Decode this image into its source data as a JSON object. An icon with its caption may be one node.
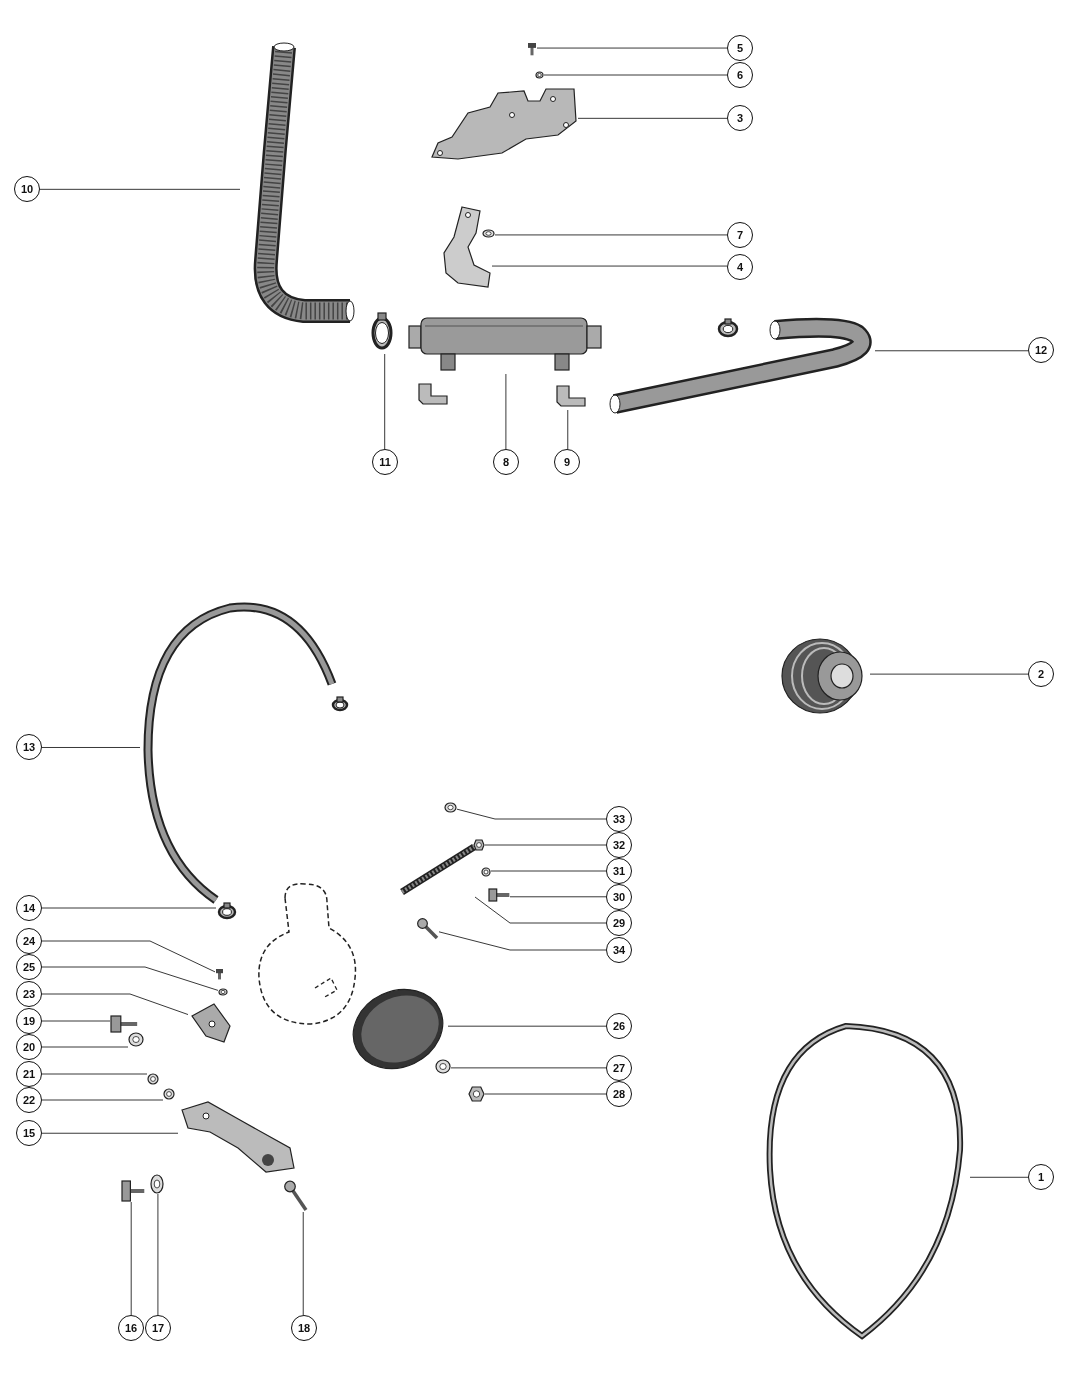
{
  "diagram": {
    "nodes": [
      {
        "text": [
          "5"
        ]
      },
      {
        "text": [
          "6"
        ]
      },
      {
        "text": [
          "3"
        ]
      },
      {
        "text": [
          "10"
        ]
      },
      {
        "text": [
          "7"
        ]
      },
      {
        "text": [
          "4"
        ]
      },
      {
        "text": [
          "12"
        ]
      },
      {
        "text": [
          "11"
        ]
      },
      {
        "text": [
          "8"
        ]
      },
      {
        "text": [
          "9"
        ]
      },
      {
        "text": [
          "2"
        ]
      },
      {
        "text": [
          "13"
        ]
      },
      {
        "text": [
          "33"
        ]
      },
      {
        "text": [
          "32"
        ]
      },
      {
        "text": [
          "31"
        ]
      },
      {
        "text": [
          "14"
        ]
      },
      {
        "text": [
          "30"
        ]
      },
      {
        "text": [
          "29"
        ]
      },
      {
        "text": [
          "24"
        ]
      },
      {
        "text": [
          "34"
        ]
      },
      {
        "text": [
          "25"
        ]
      },
      {
        "text": [
          "23"
        ]
      },
      {
        "text": [
          "19"
        ]
      },
      {
        "text": [
          "26"
        ]
      },
      {
        "text": [
          "20"
        ]
      },
      {
        "text": [
          "21"
        ]
      },
      {
        "text": [
          "27"
        ]
      },
      {
        "text": [
          "28"
        ]
      },
      {
        "text": [
          "22"
        ]
      },
      {
        "text": [
          "15"
        ]
      },
      {
        "text": [
          "1"
        ]
      },
      {
        "text": [
          "16"
        ]
      },
      {
        "text": [
          "17"
        ]
      },
      {
        "text": [
          "18"
        ]
      },
      {
        "text": [],
        "shape": "picture"
      },
      {
        "text": [],
        "shape": "picture"
      },
      {
        "text": [],
        "shape": "picture"
      },
      {
        "text": [],
        "shape": "picture"
      },
      {
        "text": [],
        "shape": "picture"
      },
      {
        "text": [],
        "shape": "picture"
      },
      {
        "text": [],
        "shape": "picture"
      },
      {
        "text": [],
        "shape": "picture"
      },
      {
        "text": [],
        "shape": "picture"
      },
      {
        "text": [],
        "shape": "picture"
      },
      {
        "text": [],
        "shape": "picture"
      },
      {
        "text": [],
        "shape": "picture"
      },
      {
        "text": [],
        "shape": "picture"
      },
      {
        "text": [],
        "shape": "picture"
      },
      {
        "text": [],
        "shape": "picture"
      },
      {
        "text": [],
        "shape": "picture"
      },
      {
        "text": [],
        "shape": "picture"
      },
      {
        "text": [],
        "shape": "picture"
      },
      {
        "text": [],
        "shape": "picture"
      },
      {
        "text": [],
        "shape": "picture"
      },
      {
        "text": [],
        "shape": "picture"
      },
      {
        "text": [],
        "shape": "picture"
      },
      {
        "text": [],
        "shape": "picture"
      },
      {
        "text": [],
        "shape": "picture"
      },
      {
        "text": [],
        "shape": "picture"
      },
      {
        "text": [],
        "shape": "picture"
      },
      {
        "text": [],
        "shape": "picture"
      },
      {
        "text": [],
        "shape": "picture"
      },
      {
        "text": [],
        "shape": "picture"
      },
      {
        "text": [],
        "shape": "picture"
      },
      {
        "text": [],
        "shape": "picture"
      },
      {
        "text": [],
        "shape": "picture"
      },
      {
        "text": [],
        "shape": "picture"
      },
      {
        "text": [],
        "shape": "picture"
      }
    ],
    "edges": [
      {
        "from": 0,
        "to": 34,
        "arrow": "none"
      },
      {
        "from": 1,
        "to": 35,
        "arrow": "none"
      },
      {
        "from": 2,
        "to": 36,
        "arrow": "none"
      },
      {
        "from": 3,
        "to": 37,
        "arrow": "none"
      },
      {
        "from": 4,
        "to": 38,
        "arrow": "none"
      },
      {
        "from": 5,
        "to": 39,
        "arrow": "none"
      },
      {
        "from": 6,
        "to": 40,
        "arrow": "none"
      },
      {
        "from": 7,
        "to": 41,
        "arrow": "none"
      },
      {
        "from": 8,
        "to": 42,
        "arrow": "none"
      },
      {
        "from": 9,
        "to": 43,
        "arrow": "none"
      },
      {
        "from": 10,
        "to": 44,
        "arrow": "none"
      },
      {
        "from": 11,
        "to": 45,
        "arrow": "none"
      },
      {
        "from": 12,
        "to": 46,
        "arrow": "none"
      },
      {
        "from": 13,
        "to": 47,
        "arrow": "none"
      },
      {
        "from": 14,
        "to": 48,
        "arrow": "none"
      },
      {
        "from": 15,
        "to": 49,
        "arrow": "none"
      },
      {
        "from": 16,
        "to": 50,
        "arrow": "none"
      },
      {
        "from": 17,
        "to": 51,
        "arrow": "none"
      },
      {
        "from": 18,
        "to": 52,
        "arrow": "none"
      },
      {
        "from": 19,
        "to": 53,
        "arrow": "none"
      },
      {
        "from": 20,
        "to": 54,
        "arrow": "none"
      },
      {
        "from": 21,
        "to": 55,
        "arrow": "none"
      },
      {
        "from": 22,
        "to": 56,
        "arrow": "none"
      },
      {
        "from": 23,
        "to": 57,
        "arrow": "none"
      },
      {
        "from": 24,
        "to": 58,
        "arrow": "none"
      },
      {
        "from": 25,
        "to": 59,
        "arrow": "none"
      },
      {
        "from": 26,
        "to": 60,
        "arrow": "none"
      },
      {
        "from": 27,
        "to": 61,
        "arrow": "none"
      },
      {
        "from": 28,
        "to": 62,
        "arrow": "none"
      },
      {
        "from": 29,
        "to": 63,
        "arrow": "none"
      },
      {
        "from": 30,
        "to": 64,
        "arrow": "none"
      },
      {
        "from": 31,
        "to": 65,
        "arrow": "none"
      },
      {
        "from": 32,
        "to": 66,
        "arrow": "none"
      },
      {
        "from": 33,
        "to": 67,
        "arrow": "none"
      }
    ]
  }
}
